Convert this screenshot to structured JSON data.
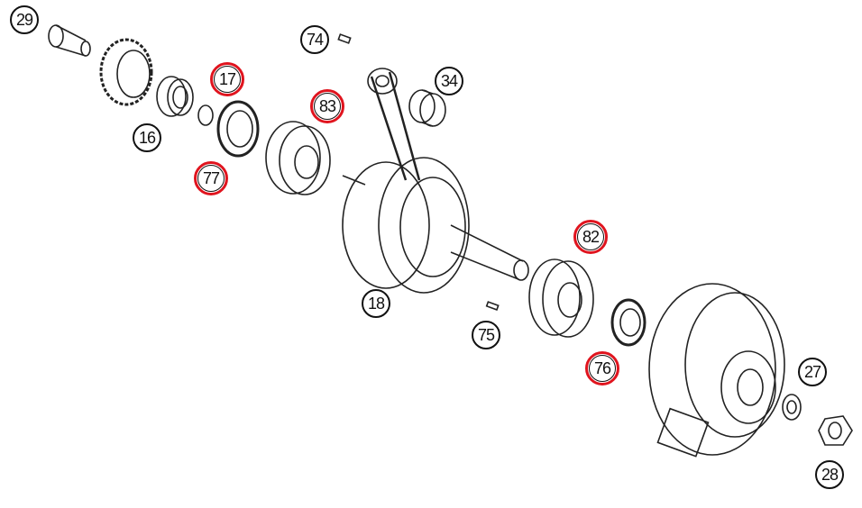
{
  "title": "Crankshaft exploded parts diagram",
  "highlight_color": "#e0141e",
  "callouts": [
    {
      "id": "29",
      "highlighted": false
    },
    {
      "id": "74",
      "highlighted": false
    },
    {
      "id": "17",
      "highlighted": true
    },
    {
      "id": "34",
      "highlighted": false
    },
    {
      "id": "83",
      "highlighted": true
    },
    {
      "id": "16",
      "highlighted": false
    },
    {
      "id": "77",
      "highlighted": true
    },
    {
      "id": "82",
      "highlighted": true
    },
    {
      "id": "18",
      "highlighted": false
    },
    {
      "id": "75",
      "highlighted": false
    },
    {
      "id": "76",
      "highlighted": true
    },
    {
      "id": "27",
      "highlighted": false
    },
    {
      "id": "28",
      "highlighted": false
    }
  ]
}
